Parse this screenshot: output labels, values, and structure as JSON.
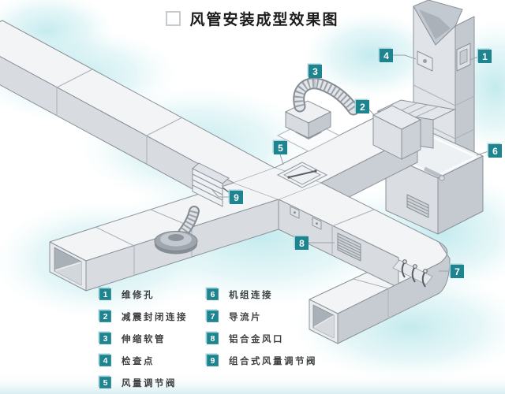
{
  "title": {
    "text": "风管安装成型效果图"
  },
  "colors": {
    "marker_teal": "#1e8590",
    "marker_bevel": "#a8d3d8",
    "title_text": "#1c1c1c",
    "legend_text": "#3c3e40",
    "glow_cyan": "#bfe9ec"
  },
  "markers": [
    {
      "num": "1"
    },
    {
      "num": "2"
    },
    {
      "num": "3"
    },
    {
      "num": "4"
    },
    {
      "num": "5"
    },
    {
      "num": "6"
    },
    {
      "num": "7"
    },
    {
      "num": "8"
    },
    {
      "num": "9"
    }
  ],
  "legend_left": [
    {
      "num": "1",
      "label": "维修孔"
    },
    {
      "num": "2",
      "label": "减震封闭连接"
    },
    {
      "num": "3",
      "label": "伸缩软管"
    },
    {
      "num": "4",
      "label": "检查点"
    },
    {
      "num": "5",
      "label": "风量调节阀"
    }
  ],
  "legend_right": [
    {
      "num": "6",
      "label": "机组连接"
    },
    {
      "num": "7",
      "label": "导流片"
    },
    {
      "num": "8",
      "label": "铝合金风口"
    },
    {
      "num": "9",
      "label": "组合式风量调节阀"
    }
  ]
}
